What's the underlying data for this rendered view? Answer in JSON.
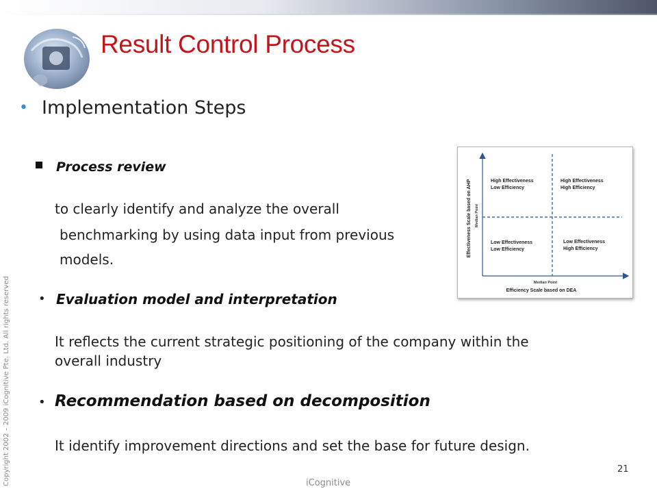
{
  "slide": {
    "title": "Result Control Process",
    "level1": "Implementation Steps",
    "steps": [
      {
        "title": "Process review",
        "text_line1": "to clearly identify and analyze the overall",
        "text_line2": "benchmarking by using data input from previous",
        "text_line3": "models."
      },
      {
        "title": "Evaluation model and interpretation",
        "text_line1": "It reflects the current strategic positioning of the company within the",
        "text_line2": "overall industry"
      },
      {
        "title": "Recommendation based on decomposition",
        "text_line1": "It identify improvement directions and set the base for  future design."
      }
    ]
  },
  "matrix": {
    "y_axis_label": "Effectiveness  Scale based on AHP",
    "y_median_label": "Median Point",
    "x_median_label": "Median Point",
    "x_axis_label": "Efficiency Scale based on DEA",
    "quadrants": {
      "top_left": [
        "High Effectiveness",
        "Low Efficiency"
      ],
      "top_right": [
        "High Effectiveness",
        "High Efficiency"
      ],
      "bottom_left": [
        "Low Effectiveness",
        "Low Efficiency"
      ],
      "bottom_right": [
        "Low Effectiveness",
        "High Efficiency"
      ]
    }
  },
  "footer": {
    "copyright": "Copyright 2002 – 2009 iCognitive Pte. Ltd. All rights reserved",
    "page_number": "21",
    "brand": "iCognitive"
  },
  "colors": {
    "title": "#c0161c",
    "bullet_accent": "#3b8bd8",
    "dashed_line": "#3a6fb5",
    "axis": "#2f5597"
  }
}
